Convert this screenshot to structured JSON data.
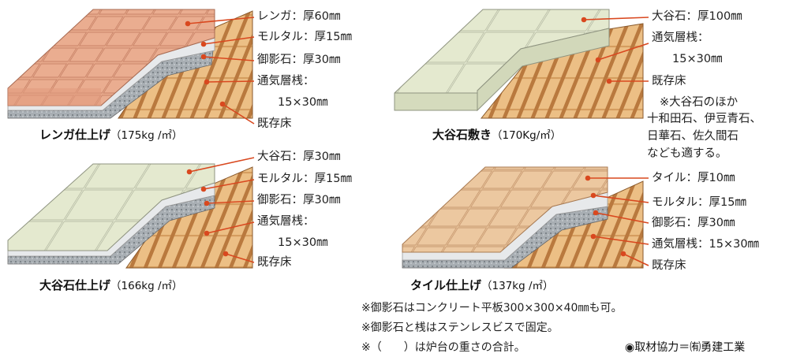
{
  "colors": {
    "leader": "#d9481f",
    "wood": "#e9b778",
    "wood_dark": "#b4753a",
    "mortar": "#e4e6e8",
    "granite": "#9aa0a6",
    "brick": "#e6a488",
    "ooya": "#e3e8cf",
    "tile": "#e8bf92"
  },
  "panels": {
    "brick": {
      "caption": "レンガ仕上げ",
      "weight": "（175kg /㎡）",
      "labels": [
        "レンガ：厚60㎜",
        "モルタル：厚15㎜",
        "御影石：厚30㎜",
        "通気層桟：",
        "15×30㎜",
        "既存床"
      ]
    },
    "ooya_paving": {
      "caption": "大谷石敷き",
      "weight": "（170Kg/㎡）",
      "labels": [
        "大谷石：厚100㎜",
        "通気層桟：",
        "15×30㎜",
        "既存床"
      ],
      "note_lines": [
        "※大谷石のほか",
        "十和田石、伊豆青石、",
        "日華石、佐久間石",
        "なども適する。"
      ]
    },
    "ooya_finish": {
      "caption": "大谷石仕上げ",
      "weight": "（166kg /㎡）",
      "labels": [
        "大谷石：厚30㎜",
        "モルタル：厚15㎜",
        "御影石：厚30㎜",
        "通気層桟：",
        "15×30㎜",
        "既存床"
      ]
    },
    "tile": {
      "caption": "タイル仕上げ",
      "weight": "（137kg /㎡）",
      "labels": [
        "タイル：厚10㎜",
        "モルタル：厚15㎜",
        "御影石：厚30㎜",
        "通気層桟：15×30㎜",
        "既存床"
      ]
    }
  },
  "footnotes": [
    "※御影石はコンクリート平板300×300×40㎜も可。",
    "※御影石と桟はステンレスビスで固定。",
    "※（　　）は炉台の重さの合計。"
  ],
  "credit": "◉取材協力＝㈲勇建工業"
}
